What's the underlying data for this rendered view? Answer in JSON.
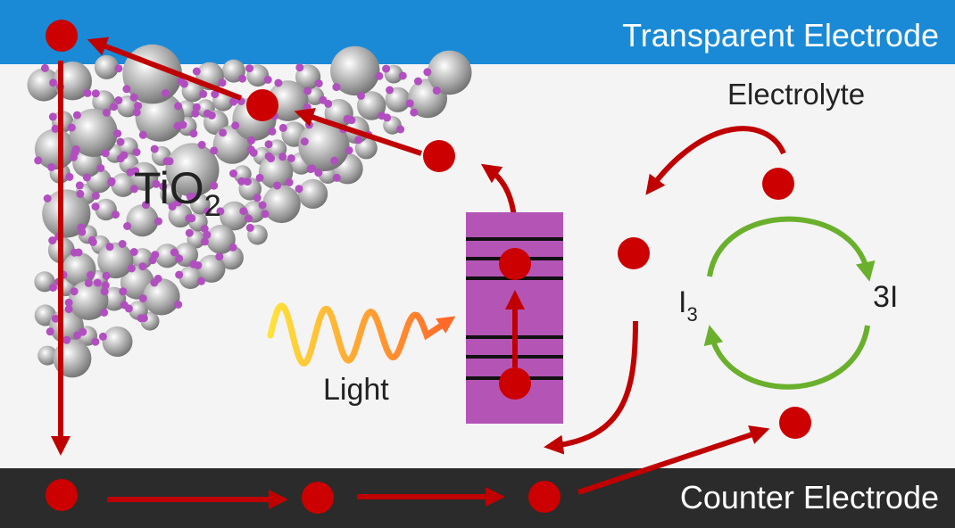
{
  "labels": {
    "transparent_electrode": "Transparent Electrode",
    "counter_electrode": "Counter Electrode",
    "electrolyte": "Electrolyte",
    "tio2_main": "TiO",
    "tio2_sub": "2",
    "light": "Light",
    "i3_main": "I",
    "i3_sub": "3",
    "three_i": "3I"
  },
  "colors": {
    "transparent_electrode": "#1a8ad6",
    "counter_electrode": "#2b2b2b",
    "background": "#f4f4f4",
    "electron": "#cc0000",
    "arrow": "#c00000",
    "redox_cycle": "#6ab02c",
    "dye": "#b455b6",
    "tio2_particle": "#9a9a9a",
    "dye_molecule": "#b24fc0",
    "light_start": "#ffe23a",
    "light_end": "#ff6a2a",
    "label_light": "#ffffff",
    "label_dark": "#222222"
  },
  "icons": {
    "electron": "red-circle",
    "light": "sine-wave-arrow",
    "tio2": "sphere-cluster"
  }
}
